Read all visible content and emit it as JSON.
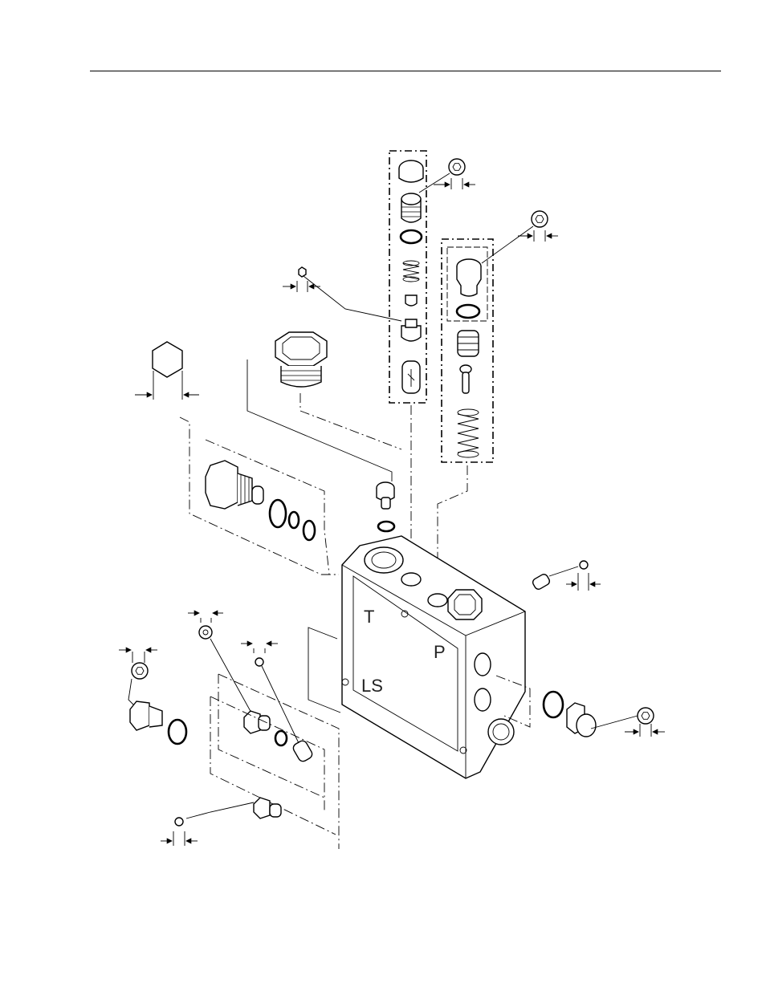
{
  "diagram": {
    "port_labels": {
      "tank": "T",
      "pressure": "P",
      "load_sense": "LS"
    }
  }
}
